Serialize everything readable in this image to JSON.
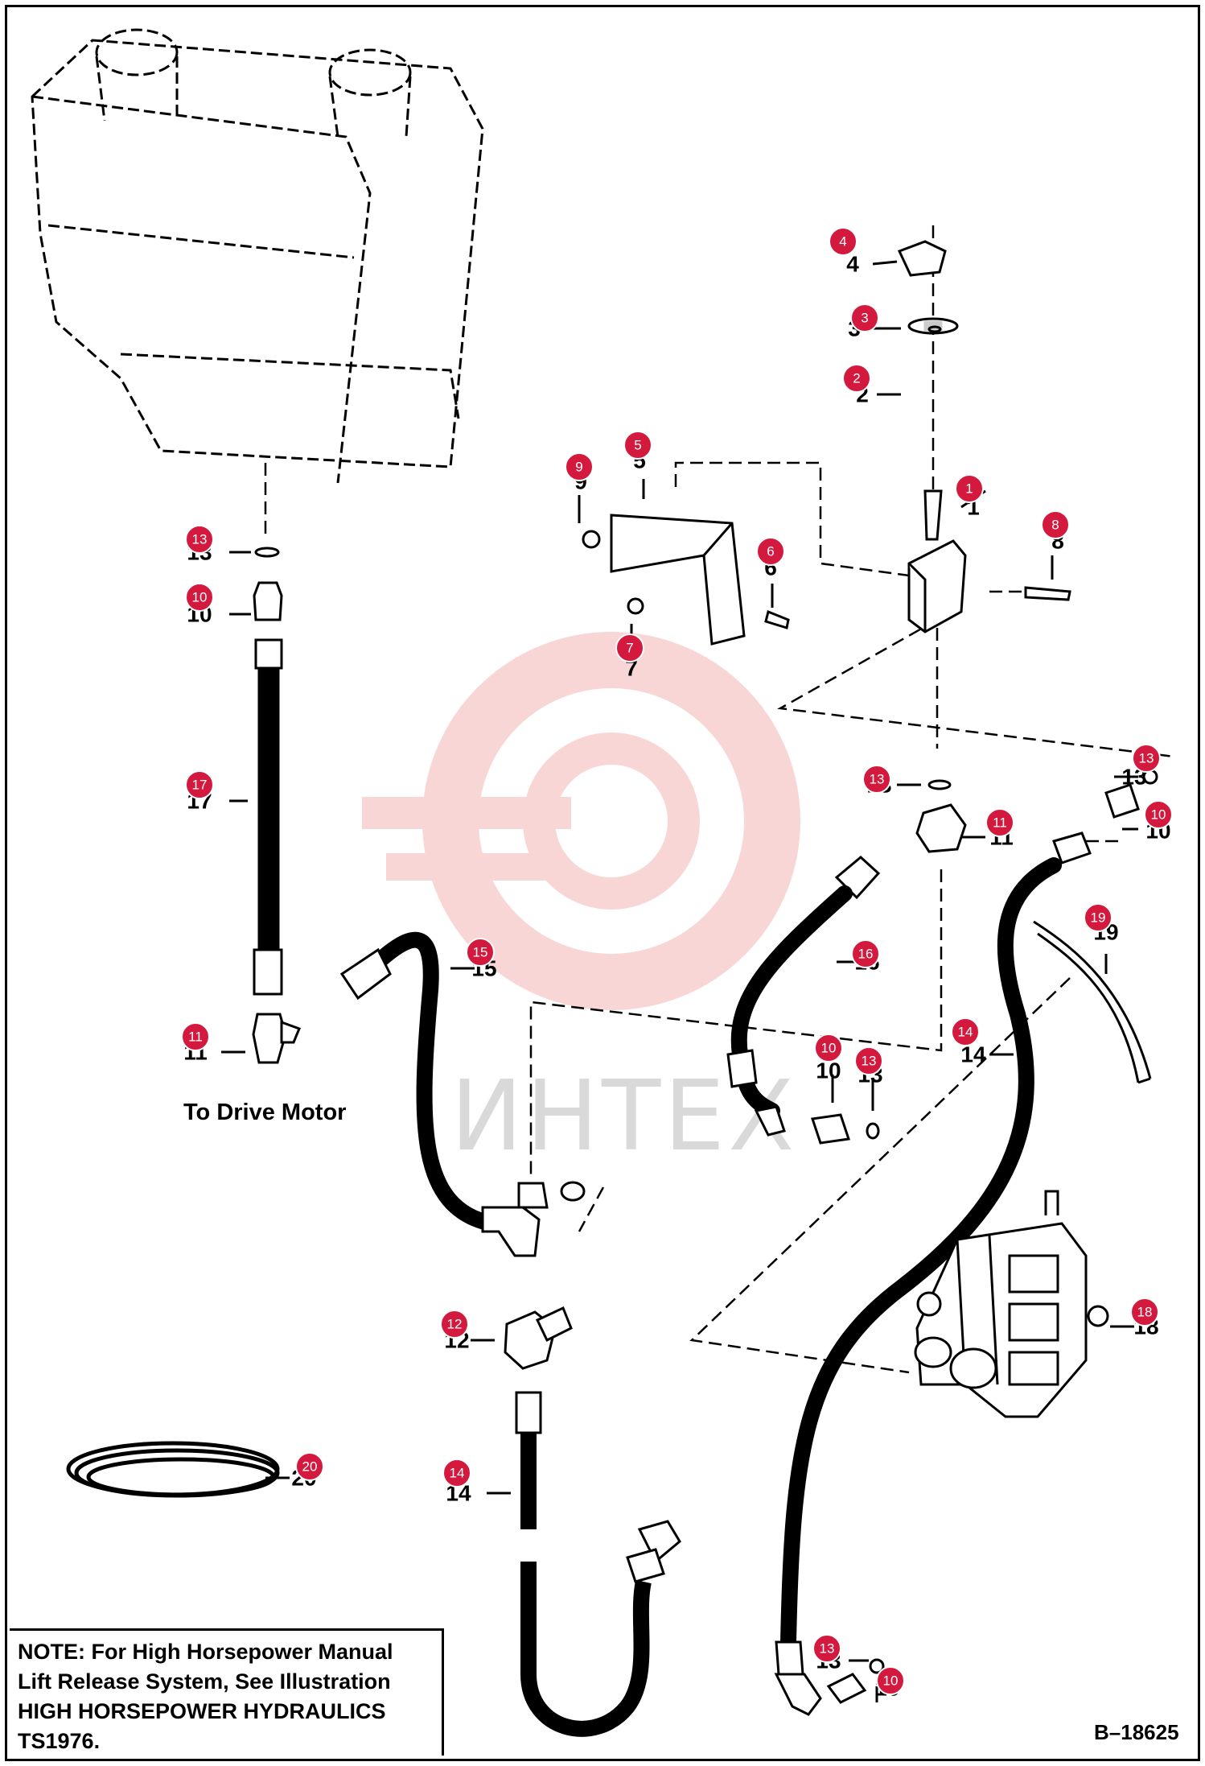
{
  "diagram_id": "B–18625",
  "drive_motor_label": "To Drive Motor",
  "watermark_text": "ИНТЕХ",
  "note": {
    "lines": [
      "NOTE: For High Horsepower Manual",
      "Lift Release System, See Illustration",
      "HIGH HORSEPOWER HYDRAULICS",
      "TS1976."
    ]
  },
  "colors": {
    "callout_fill": "#d3193d",
    "watermark": "#f2a5a5",
    "line": "#000000"
  },
  "callouts": [
    {
      "num": "4",
      "label": "4"
    },
    {
      "num": "3",
      "label": "3"
    },
    {
      "num": "2",
      "label": "2"
    },
    {
      "num": "1",
      "label": "1"
    },
    {
      "num": "8",
      "label": "8"
    },
    {
      "num": "9",
      "label": "9"
    },
    {
      "num": "5",
      "label": "5"
    },
    {
      "num": "6",
      "label": "6"
    },
    {
      "num": "7",
      "label": "7"
    },
    {
      "num": "13",
      "label": "13"
    },
    {
      "num": "10",
      "label": "10"
    },
    {
      "num": "17",
      "label": "17"
    },
    {
      "num": "11",
      "label": "11"
    },
    {
      "num": "15",
      "label": "15"
    },
    {
      "num": "13",
      "label": "13"
    },
    {
      "num": "11",
      "label": "11"
    },
    {
      "num": "13",
      "label": "13"
    },
    {
      "num": "10",
      "label": "10"
    },
    {
      "num": "16",
      "label": "16"
    },
    {
      "num": "19",
      "label": "19"
    },
    {
      "num": "14",
      "label": "14"
    },
    {
      "num": "10",
      "label": "10"
    },
    {
      "num": "13",
      "label": "13"
    },
    {
      "num": "18",
      "label": "18"
    },
    {
      "num": "12",
      "label": "12"
    },
    {
      "num": "14",
      "label": "14"
    },
    {
      "num": "13",
      "label": "13"
    },
    {
      "num": "10",
      "label": "10"
    },
    {
      "num": "20",
      "label": "20"
    }
  ]
}
